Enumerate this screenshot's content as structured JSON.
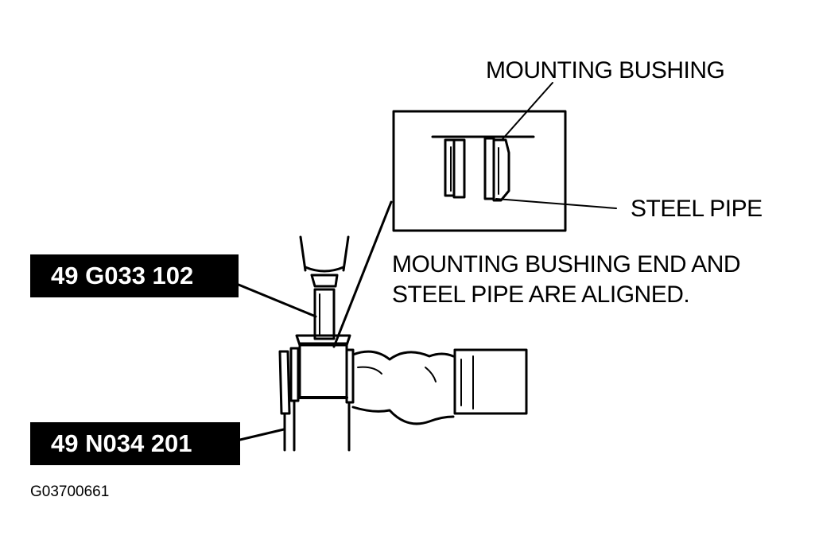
{
  "labels": {
    "mounting_bushing": "MOUNTING BUSHING",
    "steel_pipe": "STEEL PIPE",
    "note_line1": "MOUNTING BUSHING END AND",
    "note_line2": "STEEL PIPE ARE ALIGNED.",
    "tool_upper": "49 G033 102",
    "tool_lower": "49 N034 201",
    "figure_id": "G03700661"
  },
  "colors": {
    "ink": "#000000",
    "paper": "#ffffff"
  }
}
